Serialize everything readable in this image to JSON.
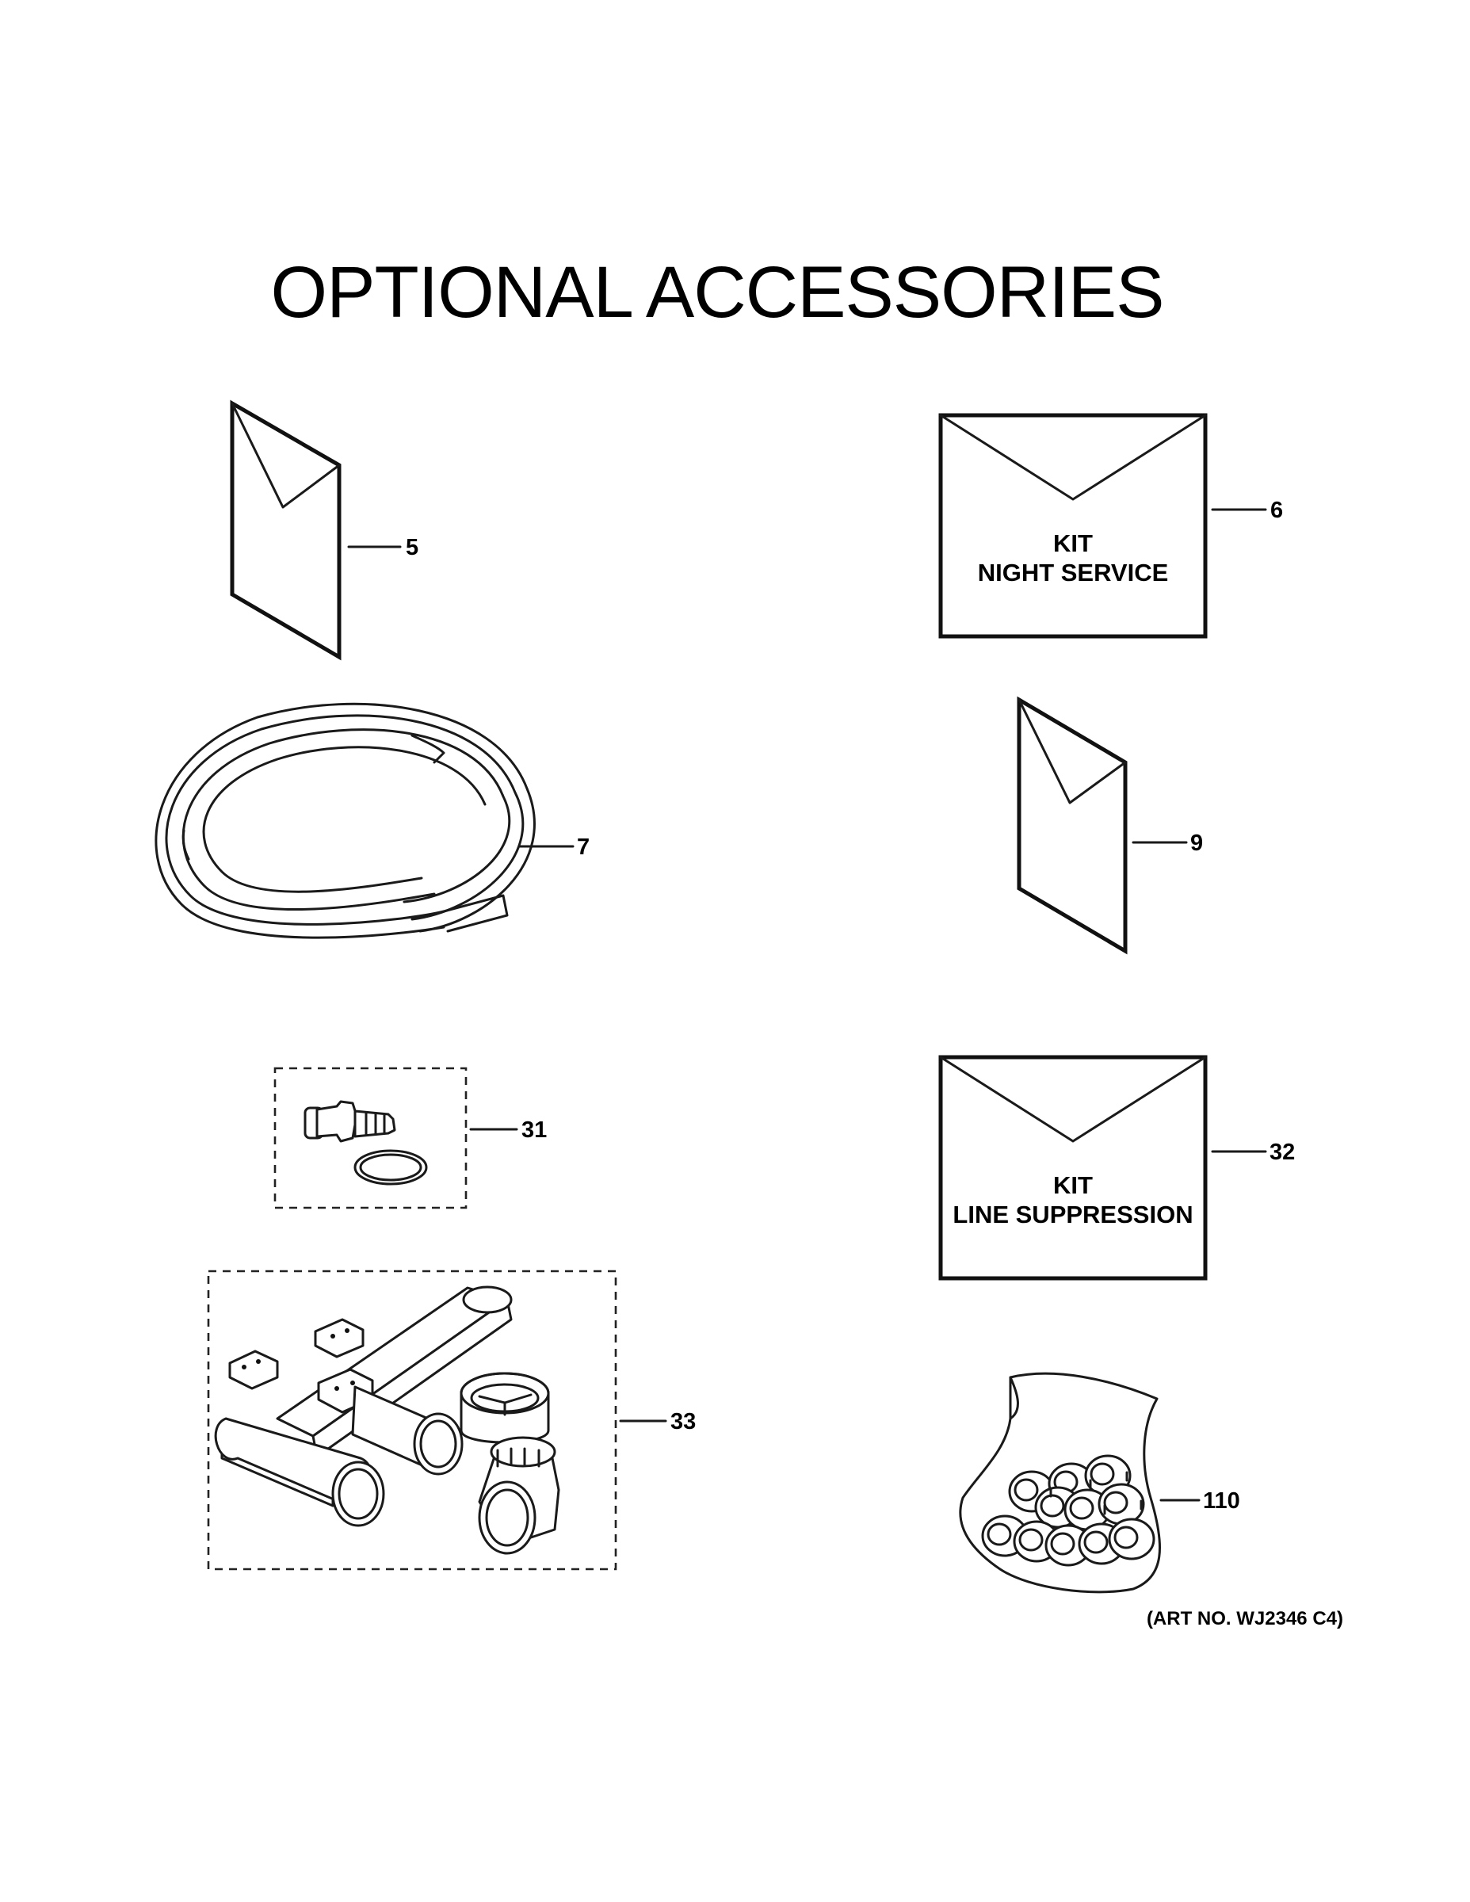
{
  "title": "OPTIONAL ACCESSORIES",
  "art_number": "(ART NO. WJ2346 C4)",
  "callouts": [
    {
      "id": "5"
    },
    {
      "id": "6"
    },
    {
      "id": "7"
    },
    {
      "id": "9"
    },
    {
      "id": "31"
    },
    {
      "id": "32"
    },
    {
      "id": "33"
    },
    {
      "id": "110"
    }
  ],
  "kits": {
    "night_service": {
      "line1": "KIT",
      "line2": "NIGHT SERVICE"
    },
    "line_suppression": {
      "line1": "KIT",
      "line2": "LINE SUPPRESSION"
    }
  }
}
